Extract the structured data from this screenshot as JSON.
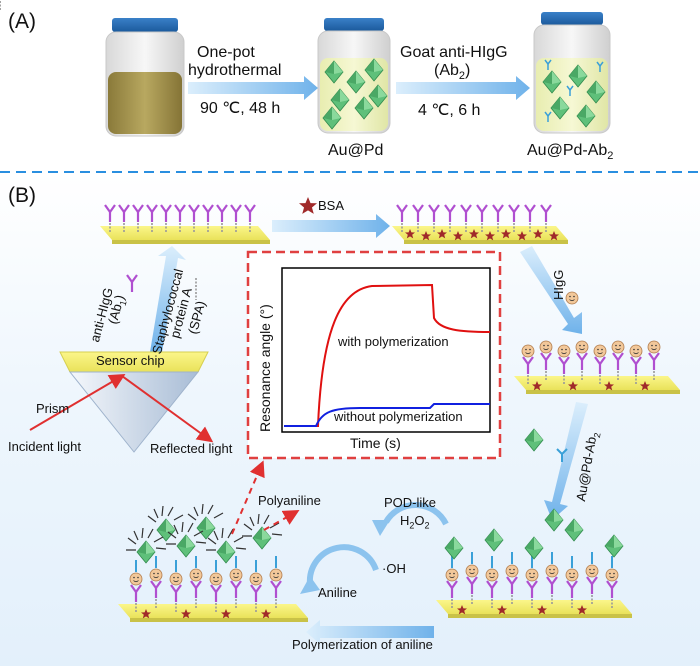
{
  "panel_a": {
    "letter": "(A)",
    "step1_line1": "One-pot",
    "step1_line2": "hydrothermal",
    "step1_cond": "90 ℃, 48 h",
    "step2_line1": "Goat anti-HIgG",
    "step2_ab": "(Ab",
    "step2_ab_sub": "2",
    "step2_ab_close": ")",
    "step2_cond": "4 ℃, 6 h",
    "product1": "Au@Pd",
    "product2": "Au@Pd-Ab",
    "product2_sub": "2"
  },
  "panel_b": {
    "letter": "(B)",
    "bsa": "BSA",
    "higg": "HIgG",
    "anti_higg": "anti-HIgG",
    "ab1": "(Ab",
    "ab1_sub": "1",
    "ab1_close": ")",
    "spa_line1": "Staphylococcal",
    "spa_line2": "protein A",
    "spa_line3": "(SPA)",
    "sensor_chip": "Sensor chip",
    "prism": "Prism",
    "incident": "Incident light",
    "reflected": "Reflected light",
    "aupd_ab2": "Au@Pd-Ab",
    "aupd_ab2_sub": "2",
    "pod_like": "POD-like",
    "h2o2": "H",
    "h2o2_sub1": "2",
    "h2o2_mid": "O",
    "h2o2_sub2": "2",
    "oh": "·OH",
    "aniline": "Aniline",
    "polyaniline": "Polyaniline",
    "polymerization": "Polymerization of aniline"
  },
  "inset": {
    "ylabel": "Resonance angle (°)",
    "xlabel": "Time (s)",
    "with_label": "with polymerization",
    "without_label": "without polymerization"
  },
  "colors": {
    "chip": "#f4ef6a",
    "arrow": "#8cc3ee",
    "dash_line": "#2a8fe0",
    "inset_border": "#e04040",
    "with_curve": "#e01010",
    "without_curve": "#1020e0",
    "antibody": "#b04fd0",
    "octahedron": "#5fc07a",
    "star": "#a02a2a"
  }
}
